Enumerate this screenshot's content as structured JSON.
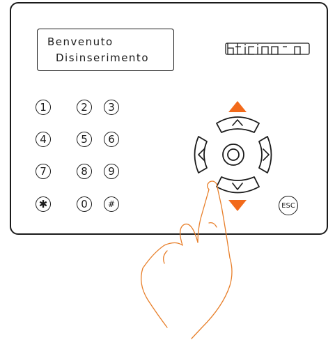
{
  "display": {
    "line1": "Benvenuto",
    "line2": "Disinserimento"
  },
  "brand": {
    "name": "bticino"
  },
  "keypad": {
    "keys": [
      "1",
      "2",
      "3",
      "4",
      "5",
      "6",
      "7",
      "8",
      "9",
      "✱",
      "0",
      "#"
    ]
  },
  "navigation": {
    "up_glyph": "^",
    "down_glyph": "v",
    "left_glyph": "<",
    "right_glyph": ">",
    "center_icon": "ok-center-icon"
  },
  "esc_label": "ESC",
  "colors": {
    "outline": "#1a1a1a",
    "accent_arrow": "#f26a1b",
    "hand": "#e87f2a"
  }
}
